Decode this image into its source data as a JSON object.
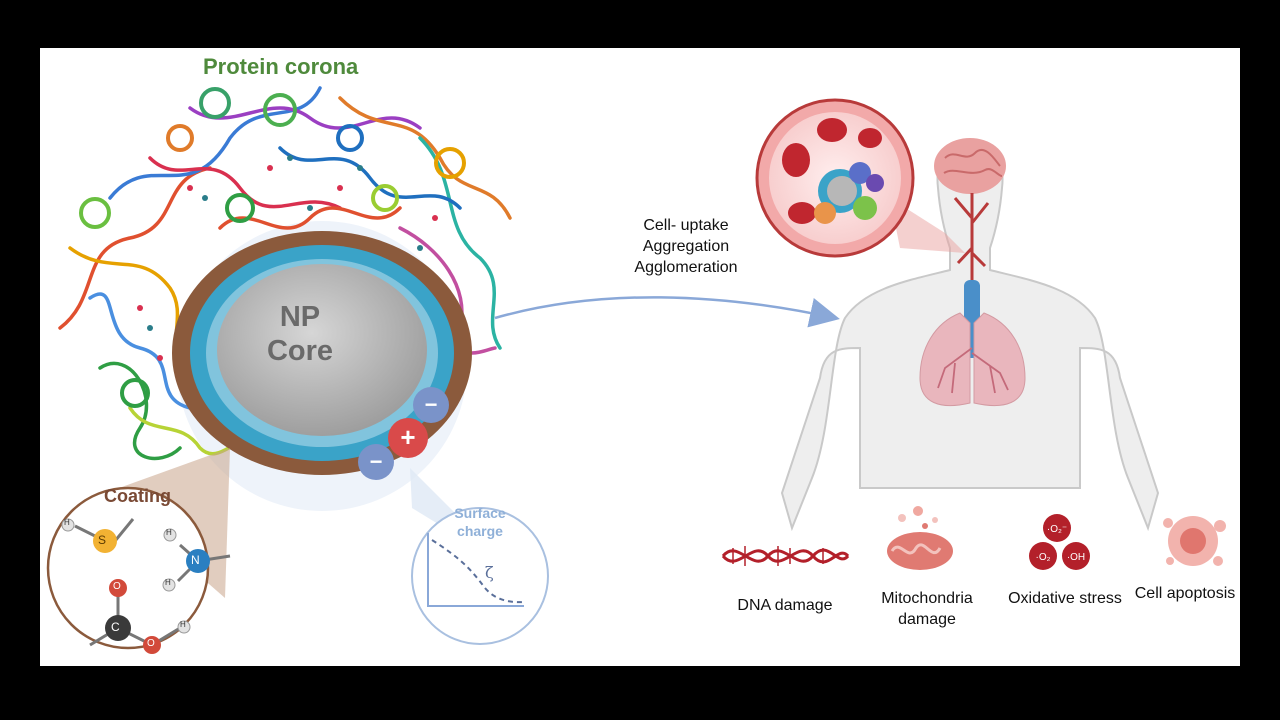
{
  "labels": {
    "protein_corona": "Protein corona",
    "np_core": "NP\nCore",
    "coating": "Coating",
    "surface_charge": "Surface charge",
    "zeta_symbol": "ζ",
    "process_lines": [
      "Cell- uptake",
      "Aggregation",
      "Agglomeration"
    ]
  },
  "atoms": {
    "sulfur": "S",
    "nitrogen": "N",
    "carbon": "C",
    "oxygen": "O",
    "hydrogen": "H",
    "plus": "+",
    "minus": "−"
  },
  "oxidative_species": [
    "·O₂",
    "·O₂⁻",
    "·OH"
  ],
  "effects": [
    {
      "id": "dna",
      "label": "DNA damage",
      "icon": "dna-icon"
    },
    {
      "id": "mito",
      "label": "Mitochondria damage",
      "icon": "mitochondria-icon"
    },
    {
      "id": "ox",
      "label": "Oxidative stress",
      "icon": "ros-icon"
    },
    {
      "id": "apop",
      "label": "Cell apoptosis",
      "icon": "apoptotic-cell-icon"
    }
  ],
  "colors": {
    "corona_title": "#4f8a3c",
    "coating_brown": "#8b5a3c",
    "coating_blue": "#3aa3c8",
    "core_gray": "#b9b9b9",
    "charge_red": "#d94a4a",
    "charge_blue": "#7a93c9",
    "vessel_red": "#b83a3a",
    "lung_pink": "#e9b6bd",
    "body_gray": "#eeeeee",
    "arrow_blue": "#8aa8d8"
  }
}
